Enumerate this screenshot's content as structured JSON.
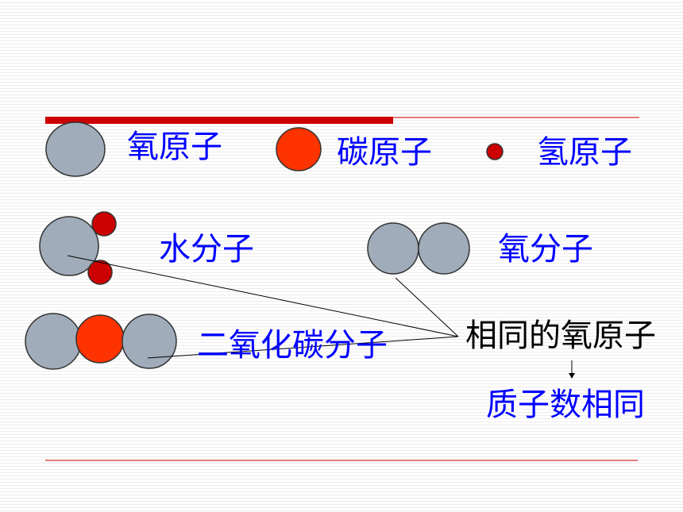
{
  "legend": {
    "oxygen_atom": "氧原子",
    "carbon_atom": "碳原子",
    "hydrogen_atom": "氢原子"
  },
  "molecules": {
    "water": "水分子",
    "oxygen": "氧分子",
    "carbon_dioxide": "二氧化碳分子"
  },
  "callout": {
    "same_oxygen_atoms": "相同的氧原子",
    "same_protons": "质子数相同"
  },
  "colors": {
    "oxygen": "#a0acb9",
    "carbon": "#ff3300",
    "hydrogen": "#cc0000",
    "label_blue": "#0000ff",
    "accent_red": "#cc0000"
  }
}
